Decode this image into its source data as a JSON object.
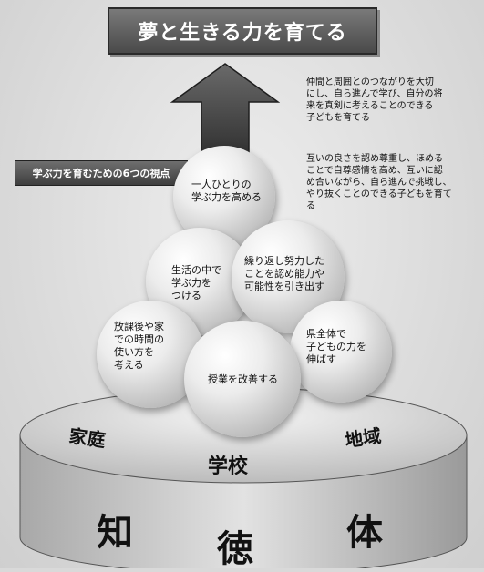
{
  "title": "夢と生きる力を育てる",
  "side_label": "学ぶ力を育むための6つの視点",
  "notes": [
    "仲間と周囲とのつながりを大切\nにし、自ら進んで学び、自分の将\n来を真剣に考えることのできる\n子どもを育てる",
    "互いの良さを認め尊重し、ほめる\nことで自尊感情を高め、互いに認\nめ合いながら、自ら進んで挑戦し、\nやり抜くことのできる子どもを育て\nる"
  ],
  "spheres": {
    "top": "一人ひとりの\n学ぶ力を高める",
    "mid_left": "生活の中で\n学ぶ力を\nつける",
    "mid_right": "繰り返し努力した\nことを認め能力や\n可能性を引き出す",
    "bottom_left": "放課後や家\nでの時間の\n使い方を\n考える",
    "bottom_center": "授業を改善する",
    "bottom_right": "県全体で\n子どもの力を\n伸ばす"
  },
  "base_labels": {
    "left": "家庭",
    "center": "学校",
    "right": "地域"
  },
  "pillars": {
    "left": "知",
    "center": "徳",
    "right": "体"
  }
}
